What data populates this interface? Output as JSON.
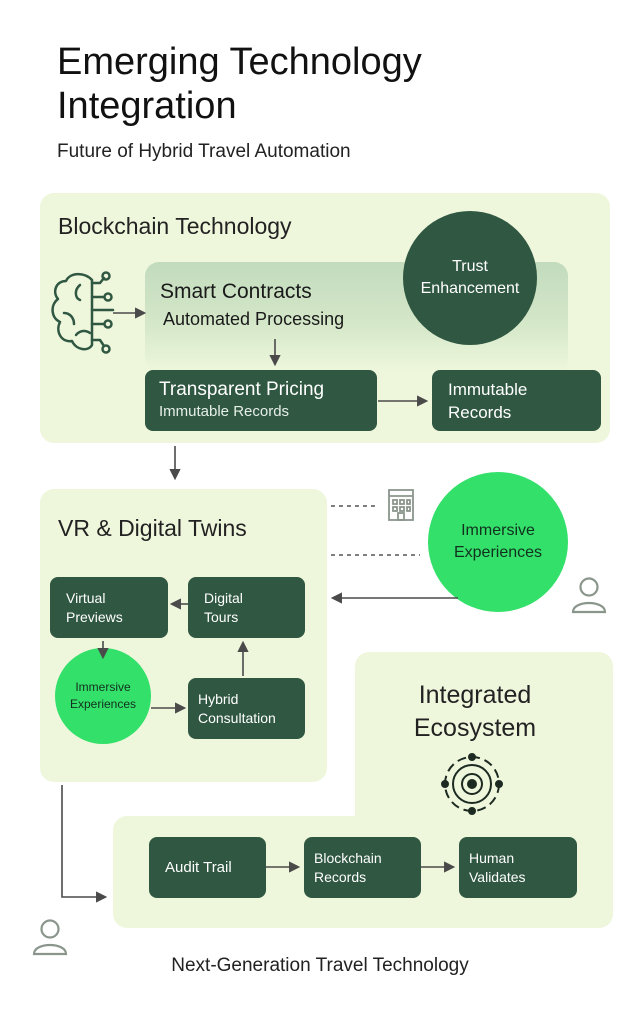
{
  "header": {
    "title": "Emerging Technology Integration",
    "subtitle": "Future of Hybrid Travel Automation"
  },
  "blockchain": {
    "title": "Blockchain Technology",
    "smart_contracts": "Smart Contracts",
    "automated_processing": "Automated Processing",
    "trust_enhancement": "Trust Enhancement",
    "transparent_pricing": "Transparent Pricing",
    "transparent_pricing_sub": "Immutable Records",
    "immutable_records": "Immutable Records"
  },
  "vr": {
    "title": "VR & Digital Twins",
    "immersive_big": "Immersive Experiences",
    "virtual_previews": "Virtual Previews",
    "digital_tours": "Digital Tours",
    "immersive_small": "Immersive Experiences",
    "hybrid_consultation": "Hybrid Consultation"
  },
  "ecosystem": {
    "title": "Integrated Ecosystem",
    "audit_trail": "Audit Trail",
    "blockchain_records": "Blockchain Records",
    "human_validates": "Human Validates"
  },
  "footer": {
    "text": "Next-Generation Travel Technology"
  },
  "colors": {
    "panel_bg": "#eef7dc",
    "dark_node": "#2f5741",
    "bright_green": "#33e06a",
    "arrow": "#4a4a4a",
    "icon_gray": "#8a968c"
  },
  "icons": [
    "brain-icon",
    "building-icon",
    "person-icon",
    "ecosystem-icon"
  ]
}
